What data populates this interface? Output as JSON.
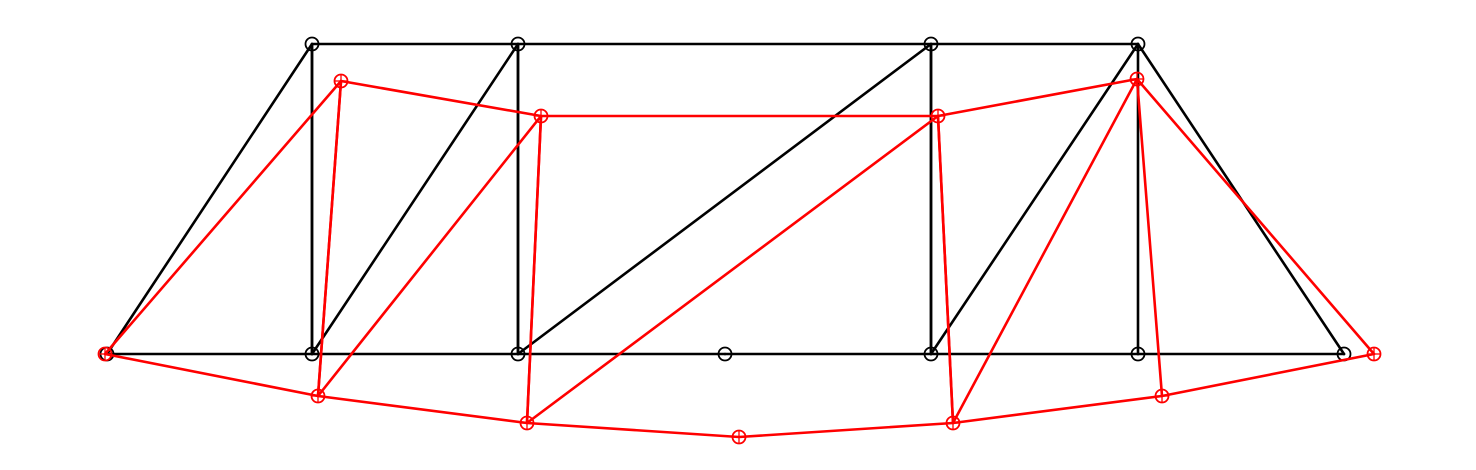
{
  "colors": {
    "original": "#000000",
    "deformed": "#ff0000",
    "background": "#ffffff"
  },
  "structures": [
    {
      "id": "original",
      "color_key": "original",
      "marker": "circle",
      "nodes": [],
      "members": [
        [
          0,
          1
        ],
        [
          1,
          2
        ],
        [
          2,
          3
        ],
        [
          3,
          4
        ],
        [
          4,
          5
        ],
        [
          5,
          6
        ],
        [
          7,
          8
        ],
        [
          8,
          9
        ],
        [
          9,
          10
        ],
        [
          0,
          7
        ],
        [
          7,
          1
        ],
        [
          1,
          8
        ],
        [
          8,
          2
        ],
        [
          2,
          9
        ],
        [
          9,
          4
        ],
        [
          4,
          10
        ],
        [
          10,
          6
        ],
        [
          7,
          11
        ],
        [
          8,
          12
        ],
        [
          9,
          13
        ],
        [
          10,
          14
        ]
      ]
    },
    {
      "id": "deformed",
      "color_key": "deformed",
      "marker": "circle-cross",
      "nodes": [],
      "members": [
        [
          0,
          1
        ],
        [
          1,
          2
        ],
        [
          2,
          3
        ],
        [
          3,
          4
        ],
        [
          4,
          5
        ],
        [
          5,
          6
        ],
        [
          7,
          8
        ],
        [
          8,
          9
        ],
        [
          9,
          10
        ],
        [
          0,
          7
        ],
        [
          7,
          1
        ],
        [
          1,
          8
        ],
        [
          8,
          2
        ],
        [
          2,
          9
        ],
        [
          9,
          4
        ],
        [
          4,
          10
        ],
        [
          10,
          6
        ],
        [
          7,
          11
        ],
        [
          8,
          12
        ],
        [
          9,
          13
        ],
        [
          10,
          14
        ]
      ]
    }
  ]
}
